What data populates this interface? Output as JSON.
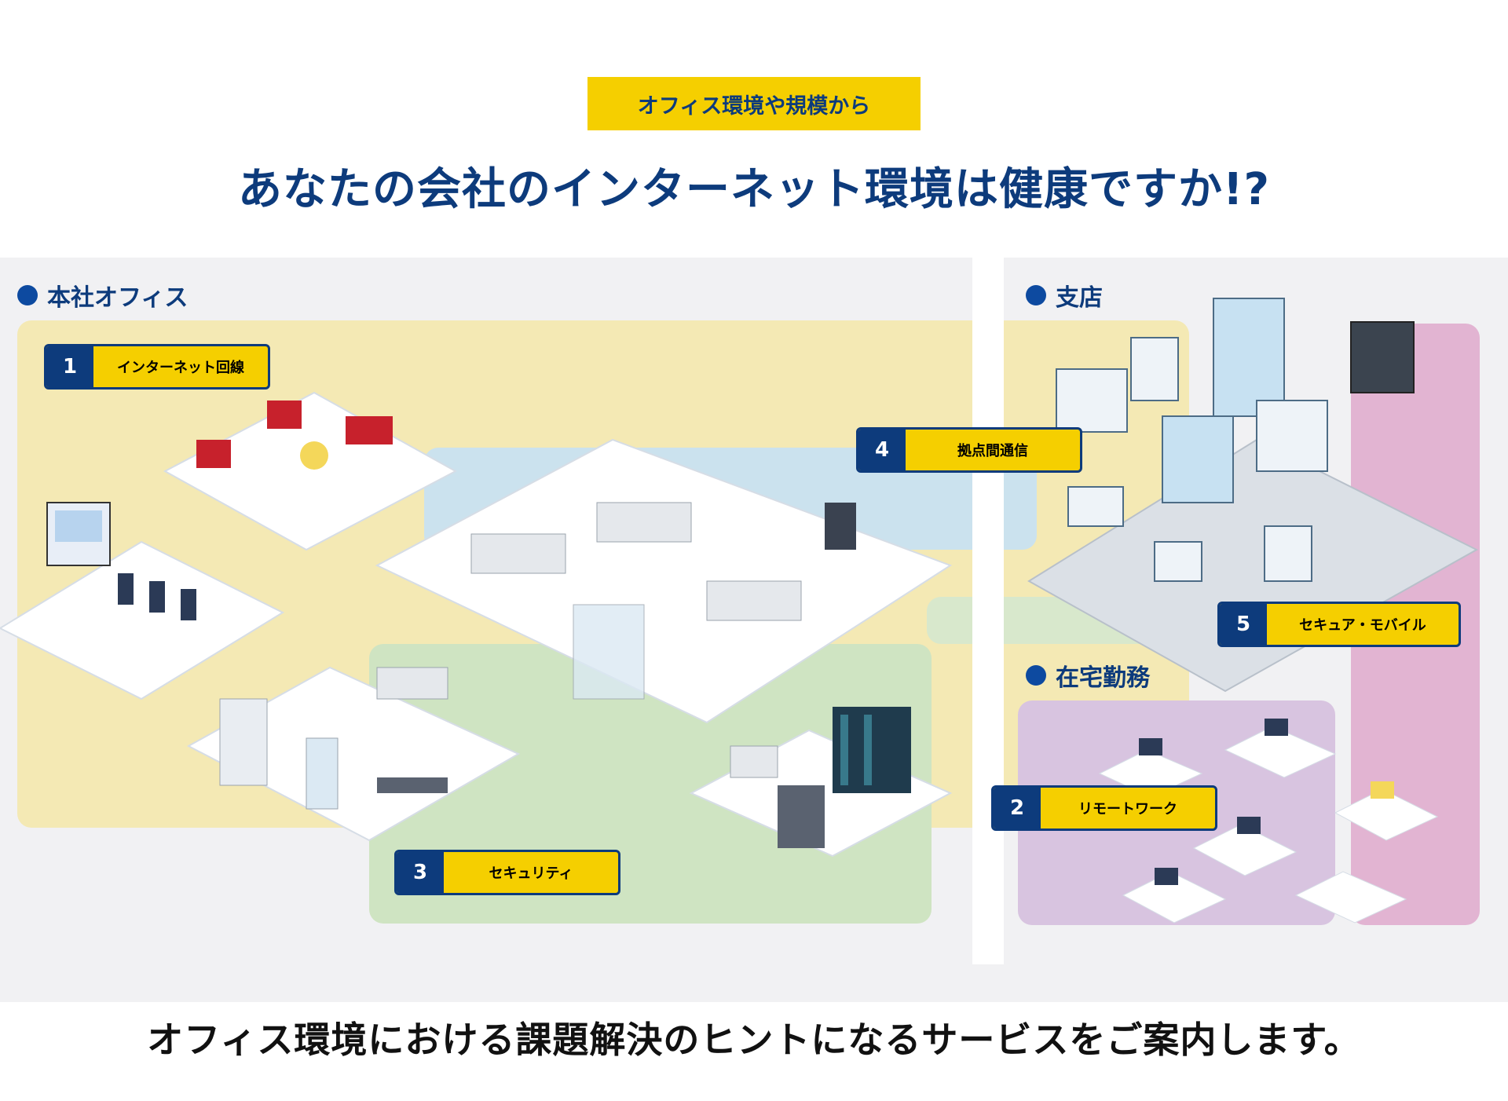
{
  "header": {
    "eyebrow": "オフィス環境や規模から",
    "headline": "あなたの会社のインターネット環境は健康ですか!?"
  },
  "sections": {
    "main_office": "本社オフィス",
    "branch": "支店",
    "remote": "在宅勤務"
  },
  "tags": [
    {
      "num": "1",
      "label": "インターネット回線"
    },
    {
      "num": "2",
      "label": "リモートワーク"
    },
    {
      "num": "3",
      "label": "セキュリティ"
    },
    {
      "num": "4",
      "label": "拠点間通信"
    },
    {
      "num": "5",
      "label": "セキュア・モバイル"
    }
  ],
  "footer": "オフィス環境における課題解決のヒントになるサービスをご案内します。",
  "colors": {
    "navy": "#0d3b7c",
    "yellow": "#f5cf00",
    "zone_yellow": "#f5e7a8",
    "zone_blue": "#cbe2ee",
    "zone_green": "#cfe4c2",
    "zone_pink": "#e2b4d2",
    "zone_purple": "#d8c4e0"
  }
}
